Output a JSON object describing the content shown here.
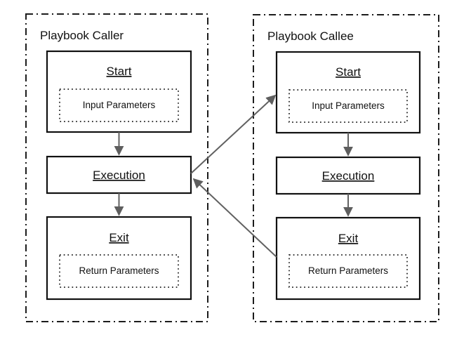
{
  "diagram": {
    "caller": {
      "title": "Playbook Caller",
      "start": {
        "label": "Start",
        "params": "Input Parameters"
      },
      "execution": {
        "label": "Execution"
      },
      "exit": {
        "label": "Exit",
        "params": "Return Parameters"
      }
    },
    "callee": {
      "title": "Playbook Callee",
      "start": {
        "label": "Start",
        "params": "Input Parameters"
      },
      "execution": {
        "label": "Execution"
      },
      "exit": {
        "label": "Exit",
        "params": "Return Parameters"
      }
    },
    "edges": [
      {
        "from": "caller-start",
        "to": "caller-execution",
        "kind": "flow"
      },
      {
        "from": "caller-execution",
        "to": "caller-exit",
        "kind": "flow"
      },
      {
        "from": "callee-start",
        "to": "callee-execution",
        "kind": "flow"
      },
      {
        "from": "callee-execution",
        "to": "callee-exit",
        "kind": "flow"
      },
      {
        "from": "caller-execution",
        "to": "callee-start",
        "kind": "call"
      },
      {
        "from": "callee-exit",
        "to": "caller-execution",
        "kind": "return"
      }
    ],
    "colors": {
      "background": "#ffffff",
      "box_border": "#111111",
      "container_border": "#1c1c1c",
      "arrow": "#616161",
      "text": "#111111"
    }
  }
}
